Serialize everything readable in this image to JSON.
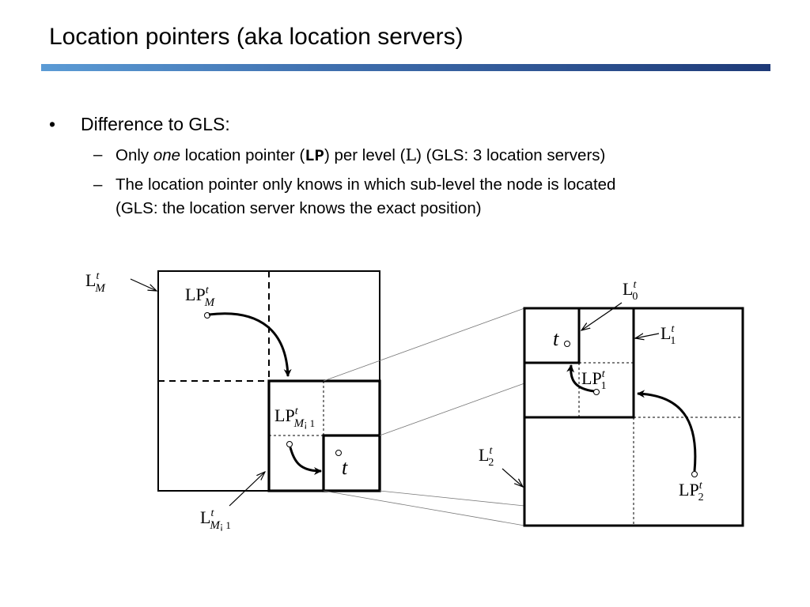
{
  "slide": {
    "title": "Location pointers (aka location servers)",
    "bullets": [
      {
        "marker": "•",
        "text": "Difference to GLS:",
        "subitems": [
          {
            "marker": "–",
            "pre": "Only ",
            "emph": "one",
            "mid": " location pointer (",
            "code": "LP",
            "mid2": ") per level (",
            "code2": "L",
            "post": ") (GLS: 3 location servers)"
          },
          {
            "marker": "–",
            "line1": "The location pointer only knows in which sub-level the node is located",
            "line2": "(GLS: the location server knows the exact position)"
          }
        ]
      }
    ]
  },
  "figure": {
    "left": {
      "L_M": {
        "base": "L",
        "sup": "t",
        "sub": "M"
      },
      "LP_M": {
        "base": "LP",
        "sup": "t",
        "sub": "M"
      },
      "LP_M1": {
        "base": "LP",
        "sup": "t",
        "sub": "M",
        "sub2": "¡ 1"
      },
      "L_M1": {
        "base": "L",
        "sup": "t",
        "sub": "M",
        "sub2": "¡ 1"
      },
      "t": "t"
    },
    "right": {
      "L0": {
        "base": "L",
        "sup": "t",
        "sub": "0"
      },
      "L1": {
        "base": "L",
        "sup": "t",
        "sub": "1"
      },
      "L2": {
        "base": "L",
        "sup": "t",
        "sub": "2"
      },
      "LP1": {
        "base": "LP",
        "sup": "t",
        "sub": "1"
      },
      "LP2": {
        "base": "LP",
        "sup": "t",
        "sub": "2"
      },
      "t": "t"
    }
  }
}
